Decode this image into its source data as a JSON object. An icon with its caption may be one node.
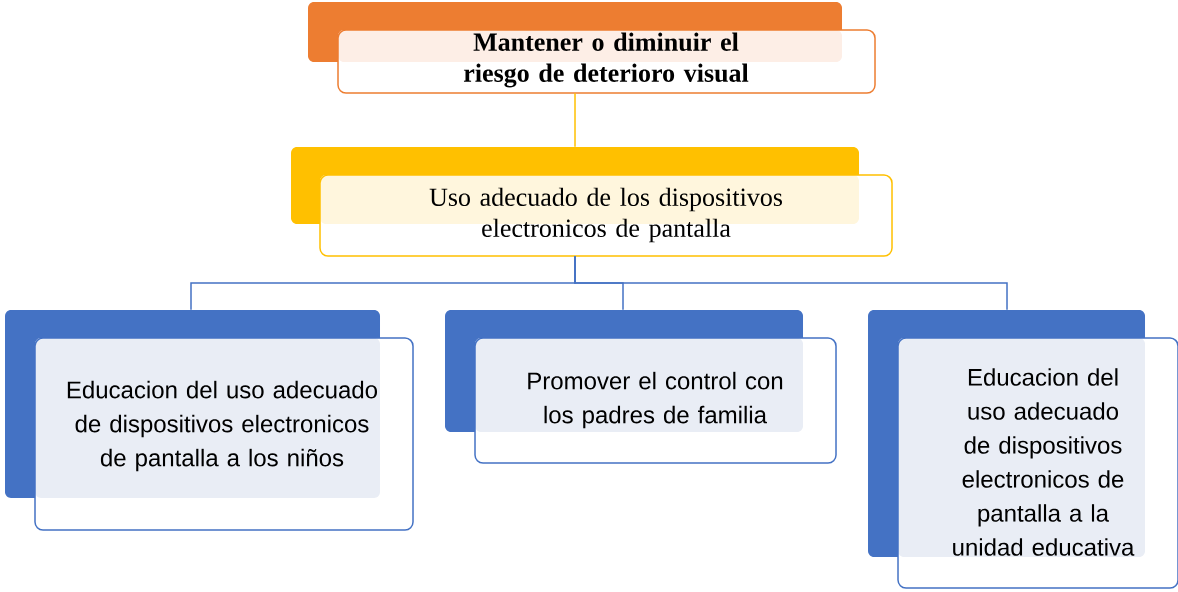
{
  "diagram": {
    "nodes": [
      {
        "text": [
          "Mantener o diminuir el riesgo de deterioro visual"
        ]
      },
      {
        "text": [
          "Uso adecuado de los dispositivos electronicos de pantalla"
        ]
      },
      {
        "text": [
          "Educacion del uso adecuado de dispositivos electronicos de pantalla a los niños"
        ]
      },
      {
        "text": [
          "Promover el control con los padres de familia"
        ]
      },
      {
        "text": [
          "Educacion del uso adecuado de dispositivos electronicos de pantalla a la unidad educativa"
        ]
      }
    ],
    "edges": [
      {
        "from": 0,
        "to": 1,
        "arrow": "none",
        "color": "#ffc000"
      },
      {
        "from": 1,
        "to": 2,
        "arrow": "none"
      },
      {
        "from": 1,
        "to": 3,
        "arrow": "none"
      },
      {
        "from": 1,
        "to": 4,
        "arrow": "none"
      }
    ]
  }
}
